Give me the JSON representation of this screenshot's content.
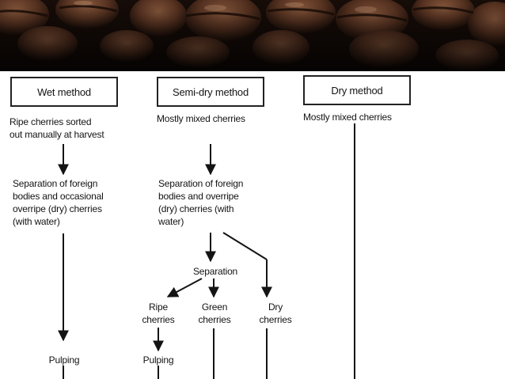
{
  "header_image": {
    "description_icon": "coffee-beans-photo"
  },
  "methods": {
    "wet": {
      "title": "Wet method",
      "step1": "Ripe cherries sorted\nout manually at harvest",
      "step2": "Separation of foreign\nbodies and occasional\noverripe (dry) cherries\n(with water)",
      "step3": "Pulping"
    },
    "semidry": {
      "title": "Semi-dry method",
      "step1": "Mostly mixed cherries",
      "step2": "Separation of foreign\nbodies and overripe\n(dry) cherries (with\nwater)",
      "separation": "Separation",
      "ripe": "Ripe\ncherries",
      "green": "Green\ncherries",
      "dry": "Dry\ncherries",
      "pulping": "Pulping"
    },
    "dry": {
      "title": "Dry method",
      "step1": "Mostly mixed cherries"
    }
  },
  "colors": {
    "ink": "#141414",
    "photo_dark": "#140b07",
    "bean": "#5a3422"
  }
}
